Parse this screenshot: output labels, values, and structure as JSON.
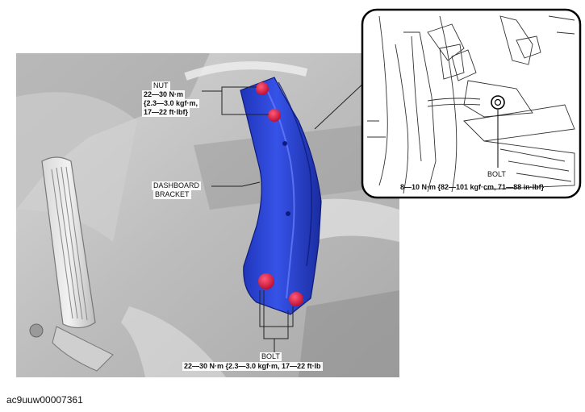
{
  "figure_id": "ac9uuw00007361",
  "callouts": {
    "nut": {
      "name": "NUT",
      "torque_lines": [
        "22—30 N·m",
        "{2.3—3.0 kgf·m,",
        "17—22 ft·lbf}"
      ]
    },
    "bracket": {
      "name_lines": [
        "DASHBOARD",
        "BRACKET"
      ]
    },
    "bolt_lower": {
      "name": "BOLT",
      "torque": "22—30 N·m {2.3—3.0 kgf·m, 17—22 ft·lb"
    },
    "bolt_inset": {
      "name": "BOLT",
      "torque": "8—10 N·m {82—101 kgf·cm, 71—88 in·lbf}"
    }
  },
  "colors": {
    "bracket_blue": "#2a44d6",
    "fastener_red": "#d8123a",
    "background_gray": "#c4c4c4"
  }
}
